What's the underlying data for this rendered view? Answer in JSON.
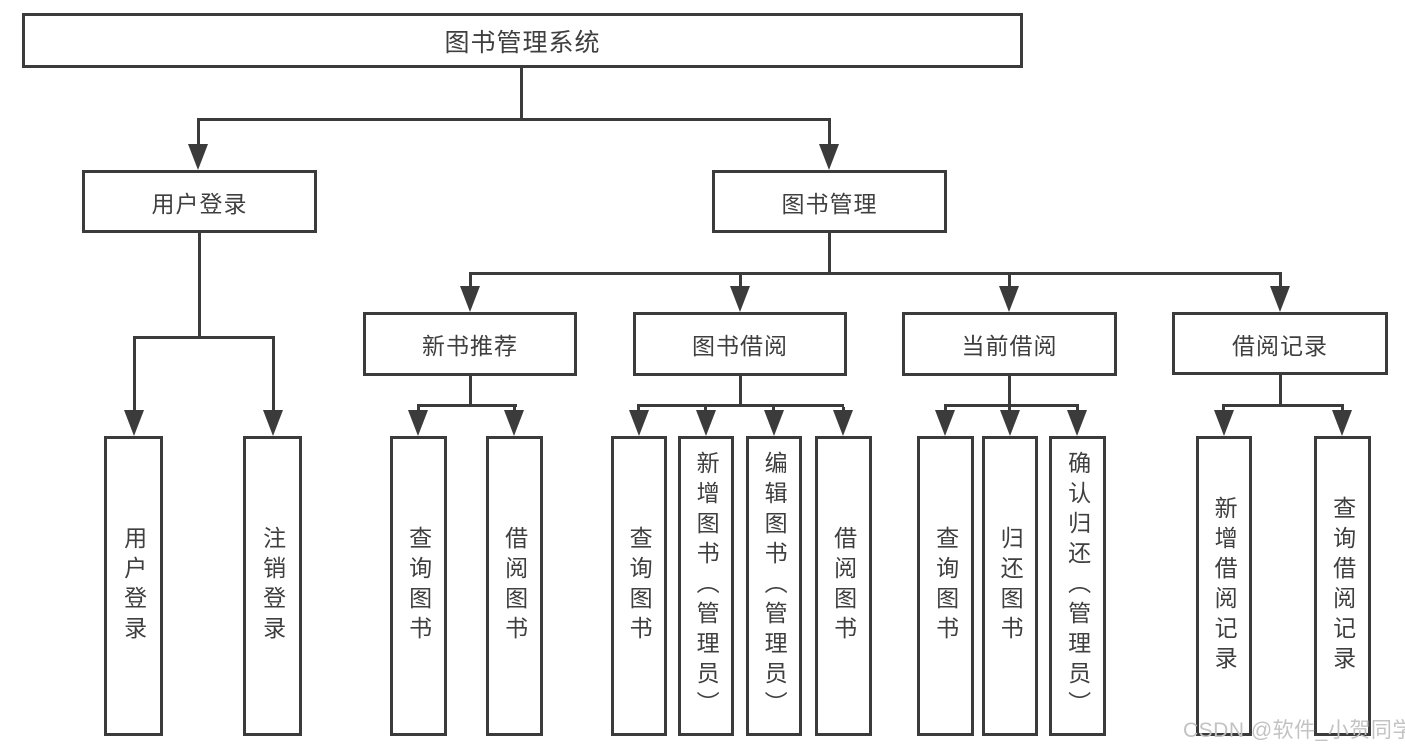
{
  "diagram": {
    "title": "图书管理系统",
    "colors": {
      "line": "#3b3b3b",
      "text": "#3f3f3f",
      "watermark": "#c3c3c3",
      "background": "#ffffff"
    },
    "nodes": {
      "root": "图书管理系统",
      "user_login_branch": "用户登录",
      "book_mgmt_branch": "图书管理",
      "new_book_recommend": "新书推荐",
      "book_borrow": "图书借阅",
      "current_borrow": "当前借阅",
      "borrow_records": "借阅记录",
      "leaf_user_login": "用户登录",
      "leaf_logout": "注销登录",
      "leaf_nbr_query_books": "查询图书",
      "leaf_nbr_borrow_books": "借阅图书",
      "leaf_bb_query_books": "查询图书",
      "leaf_bb_add_books_admin": "新增图书（管理员）",
      "leaf_bb_edit_books_admin": "编辑图书（管理员）",
      "leaf_bb_borrow_books": "借阅图书",
      "leaf_cb_query_books": "查询图书",
      "leaf_cb_return_books": "归还图书",
      "leaf_cb_confirm_return_admin": "确认归还（管理员）",
      "leaf_br_add_record": "新增借阅记录",
      "leaf_br_query_record": "查询借阅记录"
    },
    "edges": [
      [
        "图书管理系统",
        "用户登录"
      ],
      [
        "图书管理系统",
        "图书管理"
      ],
      [
        "用户登录",
        "用户登录"
      ],
      [
        "用户登录",
        "注销登录"
      ],
      [
        "图书管理",
        "新书推荐"
      ],
      [
        "图书管理",
        "图书借阅"
      ],
      [
        "图书管理",
        "当前借阅"
      ],
      [
        "图书管理",
        "借阅记录"
      ],
      [
        "新书推荐",
        "查询图书"
      ],
      [
        "新书推荐",
        "借阅图书"
      ],
      [
        "图书借阅",
        "查询图书"
      ],
      [
        "图书借阅",
        "新增图书（管理员）"
      ],
      [
        "图书借阅",
        "编辑图书（管理员）"
      ],
      [
        "图书借阅",
        "借阅图书"
      ],
      [
        "当前借阅",
        "查询图书"
      ],
      [
        "当前借阅",
        "归还图书"
      ],
      [
        "当前借阅",
        "确认归还（管理员）"
      ],
      [
        "借阅记录",
        "新增借阅记录"
      ],
      [
        "借阅记录",
        "查询借阅记录"
      ]
    ]
  },
  "watermark": "CSDN @软件_小贺同学"
}
